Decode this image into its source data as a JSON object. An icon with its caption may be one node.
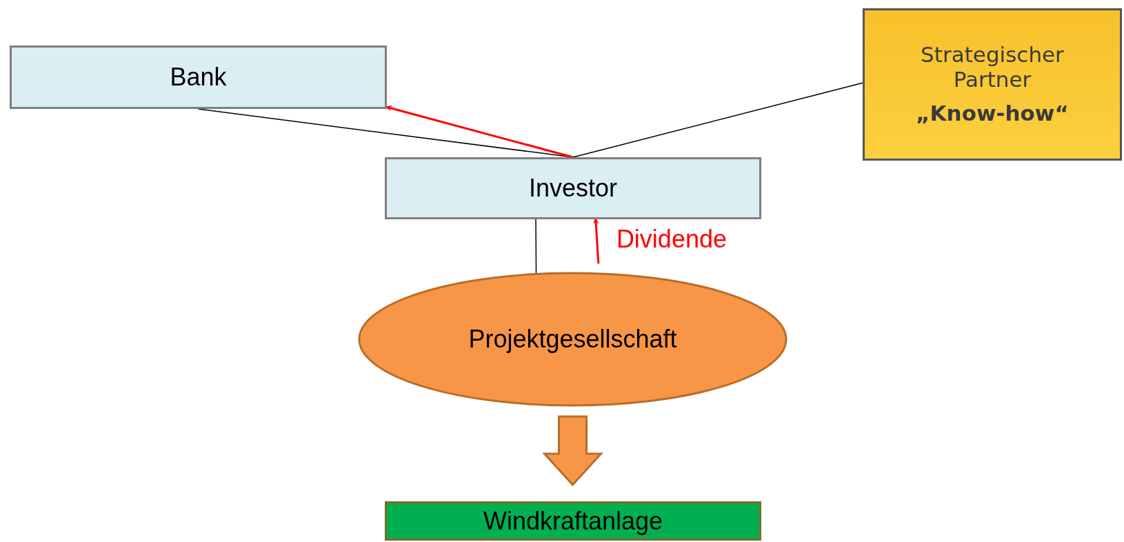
{
  "diagram": {
    "nodes": [
      {
        "text": [
          "Bank"
        ]
      },
      {
        "text": [
          "Strategischer Partner",
          "„Know-how“"
        ]
      },
      {
        "text": [
          "Investor"
        ]
      },
      {
        "text": [
          "Projektgesellschaft"
        ]
      },
      {
        "text": [
          "Windkraftanlage"
        ]
      }
    ],
    "edges": [
      {
        "from": 0,
        "to": 2,
        "arrow": "none"
      },
      {
        "from": 2,
        "to": 1,
        "arrow": "none"
      },
      {
        "from": 2,
        "to": 0,
        "arrow": "to",
        "color": "#ff0000"
      },
      {
        "from": 2,
        "to": 3,
        "arrow": "none"
      },
      {
        "from": 3,
        "to": 2,
        "arrow": "to",
        "color": "#ff0000",
        "label": "Dividende"
      },
      {
        "from": 3,
        "to": 4,
        "arrow": "to",
        "style": "thick",
        "color": "#f79646"
      }
    ]
  }
}
